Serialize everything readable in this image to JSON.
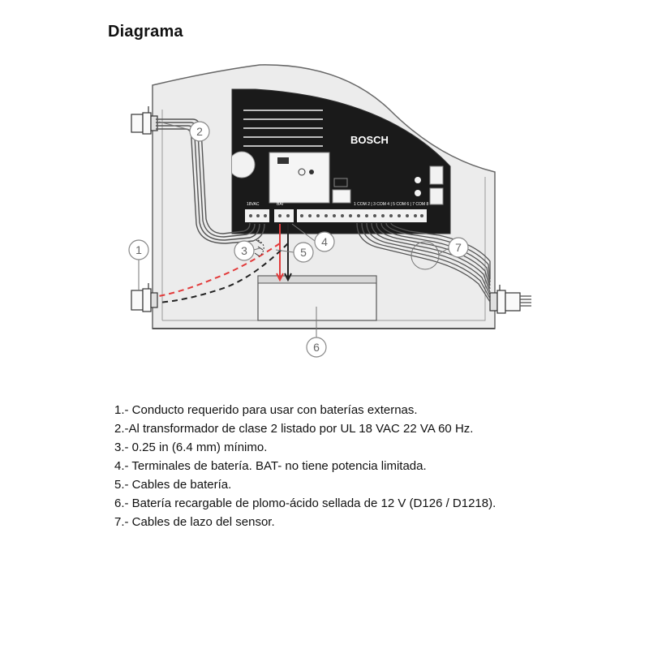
{
  "page_title": "Diagrama",
  "brand": "BOSCH",
  "callout_numbers": [
    "1",
    "2",
    "3",
    "4",
    "5",
    "6",
    "7"
  ],
  "terminal_labels": {
    "vac": "18VAC",
    "bat": "BAT",
    "zones": "1 COM 2 | 3 COM 4 | 5 COM 6 | 7 COM 8"
  },
  "legend": [
    "1.- Conducto requerido para usar con baterías externas.",
    "2.-Al transformador de clase 2 listado por UL 18 VAC 22 VA 60 Hz.",
    "3.- 0.25 in (6.4 mm) mínimo.",
    "4.- Terminales de batería. BAT- no tiene potencia limitada.",
    "5.- Cables de batería.",
    "6.- Batería recargable de plomo-ácido sellada de 12 V (D126 / D1218).",
    "7.- Cables de lazo del sensor."
  ],
  "colors": {
    "battery_wire_red": "#e23b3b",
    "board": "#1a1a1a",
    "enclosure_fill": "#ececec",
    "line": "#6a6a6a"
  }
}
